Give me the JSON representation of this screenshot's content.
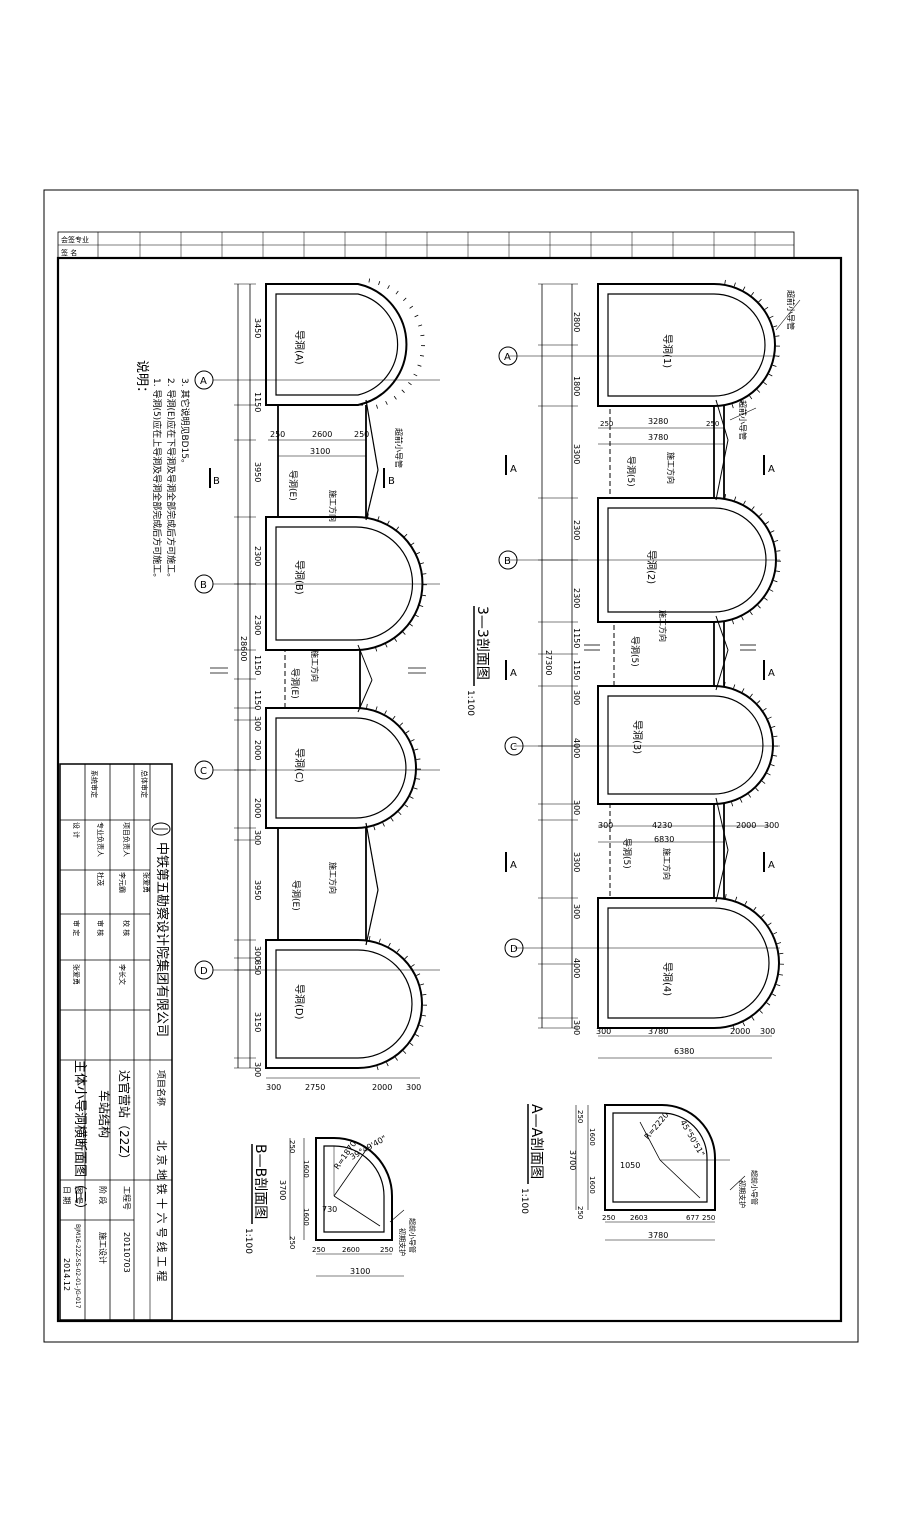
{
  "sheet": {
    "countersign": "会签专业",
    "signature": "签 名"
  },
  "notes": {
    "heading": "说明：",
    "items": [
      "1. 导洞(5)应在上导洞及导洞全部完成后方可施工。",
      "2. 导洞(E)应在下导洞及导洞全部完成后方可施工。",
      "3. 其它说明见BD15。"
    ]
  },
  "section_titles": {
    "s33": "3—3剖面图",
    "s33_scale": "1:100",
    "aa": "A—A剖面图",
    "aa_scale": "1:100",
    "bb": "B—B剖面图",
    "bb_scale": "1:100"
  },
  "axes": [
    "A",
    "B",
    "C",
    "D"
  ],
  "cut_marks": [
    "A",
    "B"
  ],
  "left_section": {
    "drifts": [
      "导洞(A)",
      "导洞(B)",
      "导洞(C)",
      "导洞(D)"
    ],
    "passages": [
      "导洞(E)",
      "导洞(E)",
      "导洞(E)"
    ],
    "direction_label": "施工方向",
    "pipe_label": "超前小导管",
    "dims_vertical": [
      "3450",
      "1150",
      "3950",
      "2300",
      "2300",
      "1150",
      "1150",
      "300",
      "2000",
      "2000",
      "300",
      "3950",
      "300",
      "850",
      "3150",
      "300"
    ],
    "total": "28600",
    "dims_horizontal_mid": [
      "250",
      "2600",
      "250"
    ],
    "mid_total": "3100",
    "dims_bottom": [
      "300",
      "2750",
      "2000",
      "300"
    ]
  },
  "right_section": {
    "drifts": [
      "导洞(1)",
      "导洞(2)",
      "导洞(3)",
      "导洞(4)"
    ],
    "passages": [
      "导洞(5)",
      "导洞(5)",
      "导洞(5)"
    ],
    "direction_label": "施工方向",
    "pipe_label": "超前小导管",
    "pipe_label2": "超前小导管",
    "dims_vertical": [
      "2800",
      "1800",
      "3300",
      "2300",
      "2300",
      "1150",
      "1150",
      "300",
      "4000",
      "300",
      "3300",
      "300",
      "4000",
      "300"
    ],
    "total": "27300",
    "dims_h1": [
      "3280",
      "3780"
    ],
    "dims_h2": [
      "300",
      "4230",
      "2000",
      "300"
    ],
    "dims_h2_total": "6830",
    "dims_bottom": [
      "300",
      "3780",
      "2000",
      "300"
    ],
    "bottom_total": "6380",
    "dims_small": [
      "250",
      "250"
    ]
  },
  "aa_detail": {
    "radius": "R=2220",
    "angle": "45°50'51\"",
    "offset": "1050",
    "dims_v": [
      "250",
      "1600",
      "1600",
      "250"
    ],
    "v_total": "3700",
    "dims_h": [
      "250",
      "2603",
      "677",
      "250"
    ],
    "h_total": "3780",
    "label_pipe": "超前小导管",
    "label_support": "初期支护"
  },
  "bb_detail": {
    "radius": "R=1870",
    "angle": "39°49'40\"",
    "offset": "730",
    "dims_v": [
      "250",
      "1600",
      "1600",
      "250"
    ],
    "v_total": "3700",
    "dims_h": [
      "250",
      "2600",
      "250"
    ],
    "h_total": "3100",
    "label_pipe": "超前小导管",
    "label_support": "初期支护"
  },
  "title_block": {
    "company": "中铁第五勘察设计院集团有限公司",
    "project_label": "项目名称",
    "project": "北 京 地 铁 十 六 号 线 工 程",
    "station": "达官营站（22Z）",
    "discipline": "车站结构",
    "drawing_name": "主体小导洞横断面图（三）",
    "job_label": "工程号",
    "job_no": "20110703",
    "stage_label": "阶 段",
    "stage": "施工设计",
    "drawing_label": "图 号",
    "drawing_no": "BJM16-22Z-SS-02-01-JG-017",
    "date_label": "日 期",
    "date": "2014.12",
    "roles": [
      "总体审定",
      "系统审定",
      "项目负责人",
      "专业负责人",
      "设 计",
      "校 核",
      "审 核",
      "审 定"
    ],
    "names": [
      "李元霸",
      "张爱勇",
      "杜茂",
      "李长文",
      "张爱勇"
    ]
  }
}
